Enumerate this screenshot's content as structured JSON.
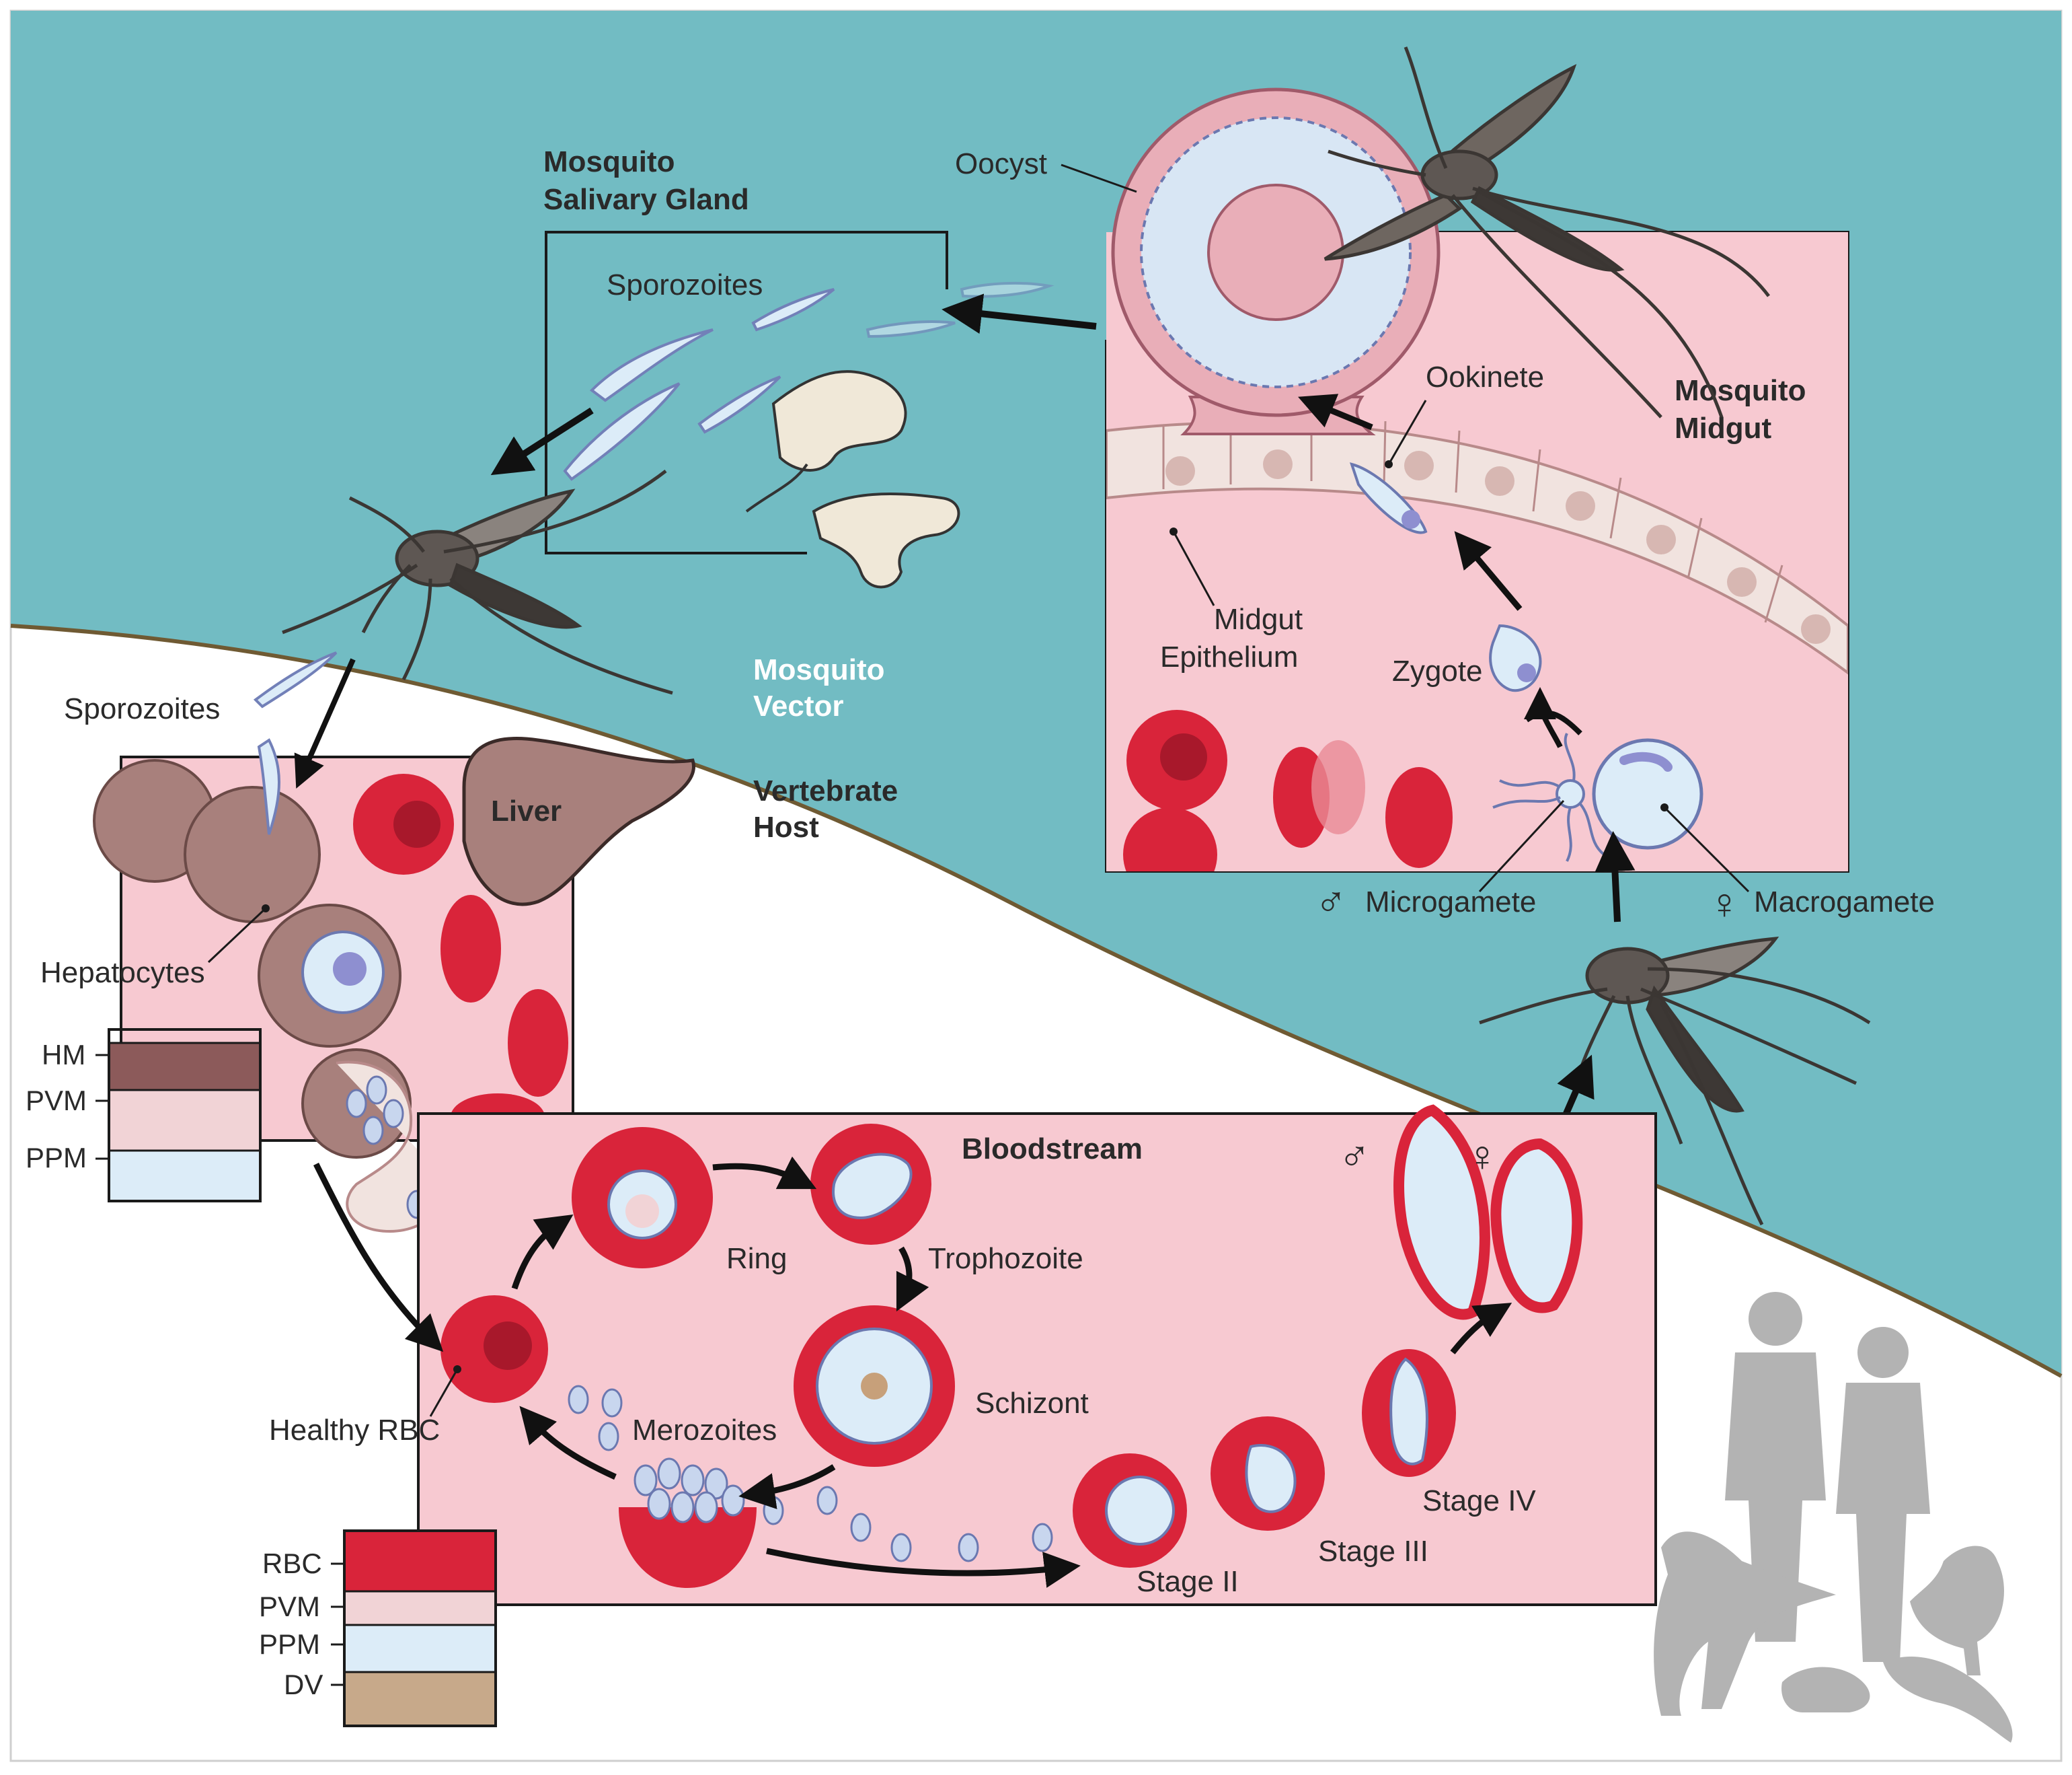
{
  "regions": {
    "vector_label": "Mosquito\nVector",
    "host_label": "Vertebrate\nHost"
  },
  "salivary": {
    "title": "Mosquito\nSalivary Gland",
    "sporozoites": "Sporozoites"
  },
  "midgut": {
    "title": "Mosquito\nMidgut",
    "oocyst": "Oocyst",
    "ookinete": "Ookinete",
    "epithelium": "Midgut\nEpithelium",
    "zygote": "Zygote",
    "male_symbol": "♂",
    "female_symbol": "♀",
    "microgamete": "Microgamete",
    "macrogamete": "Macrogamete"
  },
  "liver": {
    "sporozoites": "Sporozoites",
    "organ": "Liver",
    "hepatocytes": "Hepatocytes",
    "membranes": [
      "HM",
      "PVM",
      "PPM"
    ]
  },
  "blood": {
    "title": "Bloodstream",
    "ring": "Ring",
    "trophozoite": "Trophozoite",
    "schizont": "Schizont",
    "merozoites": "Merozoites",
    "healthy_rbc": "Healthy RBC",
    "stage2": "Stage II",
    "stage3": "Stage III",
    "stage4": "Stage IV",
    "male_symbol": "♂",
    "female_symbol": "♀",
    "membranes": [
      "RBC",
      "PVM",
      "PPM",
      "DV"
    ]
  },
  "colors": {
    "sea": "#72bcc3",
    "panel_pink": "#f7c9d1",
    "rbc_red": "#d9243a",
    "parasite_blue": "#dcecf8",
    "cell_beige": "#f1e3df",
    "hepatocyte_brown": "#a8807c"
  }
}
